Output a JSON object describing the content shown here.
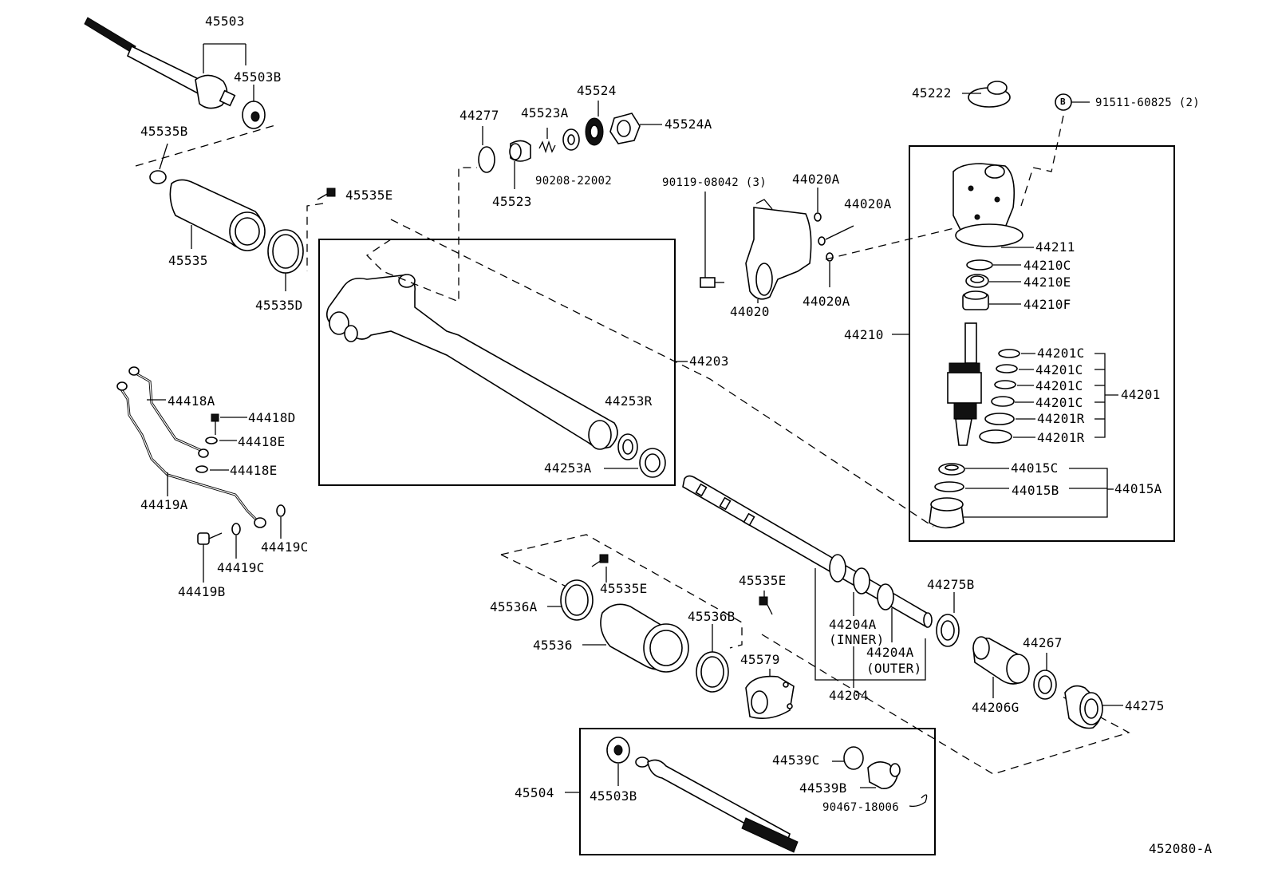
{
  "labels": {
    "p45503": "45503",
    "p45503B_top": "45503B",
    "p45535B": "45535B",
    "p45535E_top": "45535E",
    "p45535": "45535",
    "p45535D": "45535D",
    "p44277": "44277",
    "p45523A": "45523A",
    "p45524": "45524",
    "p45524A": "45524A",
    "p90208": "90208-22002",
    "p45523": "45523",
    "p90119": "90119-08042 (3)",
    "p44020A_1": "44020A",
    "p44020A_2": "44020A",
    "p44020A_3": "44020A",
    "p44020": "44020",
    "p45222": "45222",
    "p91511": "91511-60825 (2)",
    "circle_B": "B",
    "p44211": "44211",
    "p44210C": "44210C",
    "p44210E": "44210E",
    "p44210F": "44210F",
    "p44210": "44210",
    "p44201C_1": "44201C",
    "p44201C_2": "44201C",
    "p44201C_3": "44201C",
    "p44201C_4": "44201C",
    "p44201R_1": "44201R",
    "p44201R_2": "44201R",
    "p44201": "44201",
    "p44015C": "44015C",
    "p44015B": "44015B",
    "p44015A": "44015A",
    "p44203": "44203",
    "p44253R": "44253R",
    "p44253A": "44253A",
    "p44418A": "44418A",
    "p44418D": "44418D",
    "p44418E_1": "44418E",
    "p44418E_2": "44418E",
    "p44419A": "44419A",
    "p44419C_1": "44419C",
    "p44419C_2": "44419C",
    "p44419B": "44419B",
    "p45535E_mid": "45535E",
    "p45536A": "45536A",
    "p45536": "45536",
    "p45535E_low": "45535E",
    "p45536B": "45536B",
    "p45579": "45579",
    "p44204A_inner": "44204A",
    "inner_txt": "(INNER)",
    "p44204A_outer": "44204A",
    "outer_txt": "(OUTER)",
    "p44204": "44204",
    "p44275B": "44275B",
    "p44267": "44267",
    "p44206G": "44206G",
    "p44275": "44275",
    "p45504": "45504",
    "p45503B_bot": "45503B",
    "p44539C": "44539C",
    "p44539B": "44539B",
    "p90467": "90467-18006",
    "diagram_id": "452080-A"
  }
}
